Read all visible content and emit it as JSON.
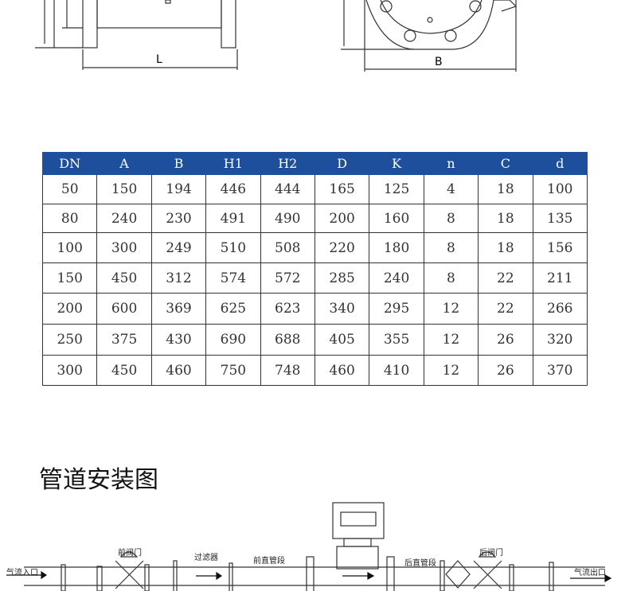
{
  "drawing": {
    "dim_L": "L",
    "dim_B": "B"
  },
  "table": {
    "headers": [
      "DN",
      "A",
      "B",
      "H1",
      "H2",
      "D",
      "K",
      "n",
      "C",
      "d"
    ],
    "rows": [
      [
        "50",
        "150",
        "194",
        "446",
        "444",
        "165",
        "125",
        "4",
        "18",
        "100"
      ],
      [
        "80",
        "240",
        "230",
        "491",
        "490",
        "200",
        "160",
        "8",
        "18",
        "135"
      ],
      [
        "100",
        "300",
        "249",
        "510",
        "508",
        "220",
        "180",
        "8",
        "18",
        "156"
      ],
      [
        "150",
        "450",
        "312",
        "574",
        "572",
        "285",
        "240",
        "8",
        "22",
        "211"
      ],
      [
        "200",
        "600",
        "369",
        "625",
        "623",
        "340",
        "295",
        "12",
        "22",
        "266"
      ],
      [
        "250",
        "375",
        "430",
        "690",
        "688",
        "405",
        "355",
        "12",
        "26",
        "320"
      ],
      [
        "300",
        "450",
        "460",
        "750",
        "748",
        "460",
        "410",
        "12",
        "26",
        "370"
      ]
    ]
  },
  "install": {
    "title": "管道安装图",
    "labels": {
      "inlet": "气流入口",
      "front_valve": "前阀门",
      "filter": "过滤器",
      "front_straight": "前直管段",
      "rear_straight": "后直管段",
      "rear_valve": "后阀门",
      "outlet": "气流出口"
    }
  },
  "colors": {
    "header_bg": "#1d4f9c"
  }
}
